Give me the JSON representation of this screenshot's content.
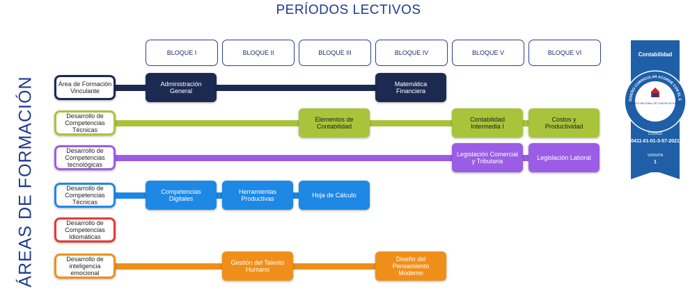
{
  "title": "PERÍODOS LECTIVOS",
  "side_title": "ÁREAS DE FORMACIÓN",
  "blocks": [
    "BLOQUE I",
    "BLOQUE II",
    "BLOQUE III",
    "BLOQUE IV",
    "BLOQUE V",
    "BLOQUE VI"
  ],
  "areas": [
    {
      "label": "Área de Formación Vinculante",
      "color": "#1c2a52",
      "courses": [
        {
          "label": "Administración General",
          "block": 1
        },
        {
          "label": "Matemática Financiera",
          "block": 4
        }
      ]
    },
    {
      "label": "Desarrollo de Competencias Técnicas",
      "color": "#a9c43a",
      "courses": [
        {
          "label": "Elementos de Contabilidad",
          "block": 3
        },
        {
          "label": "Contabilidad Intermedia I",
          "block": 5
        },
        {
          "label": "Costos y Productividad",
          "block": 6
        }
      ]
    },
    {
      "label": "Desarrollo de Competencias tecnológicas",
      "color": "#9b5de5",
      "courses": [
        {
          "label": "Legislación Comercial y Tributaria",
          "block": 5
        },
        {
          "label": "Legislación Laboral",
          "block": 6
        }
      ]
    },
    {
      "label": "Desarrollo de Competencias Técnicas",
      "color": "#1e88e5",
      "courses": [
        {
          "label": "Competencias Digitales",
          "block": 1
        },
        {
          "label": "Herramientas Productivas",
          "block": 2
        },
        {
          "label": "Hoja de Cálculo",
          "block": 3
        }
      ]
    },
    {
      "label": "Desarrollo de Competencias Idiomáticas",
      "color": "#e53935",
      "courses": []
    },
    {
      "label": "Desarrollo de inteligencia emocional",
      "color": "#ef8f1a",
      "courses": [
        {
          "label": "Gestión del Talento Humano",
          "block": 2
        },
        {
          "label": "Diseño del Pensamiento Moderno",
          "block": 4
        }
      ]
    }
  ],
  "badge": {
    "title": "Contabilidad",
    "seal_text": "DISEÑO CURRICULAR ACORDE CON EL ESTÁNDAR DE CUALIFICACIÓN",
    "seal_center": "MARCO NACIONAL DE CUALIFICACIONES",
    "code_label": "CODIGO",
    "code": "0411-01-01-3-57-2021",
    "version_label": "VERSIÓN",
    "version": "1"
  }
}
